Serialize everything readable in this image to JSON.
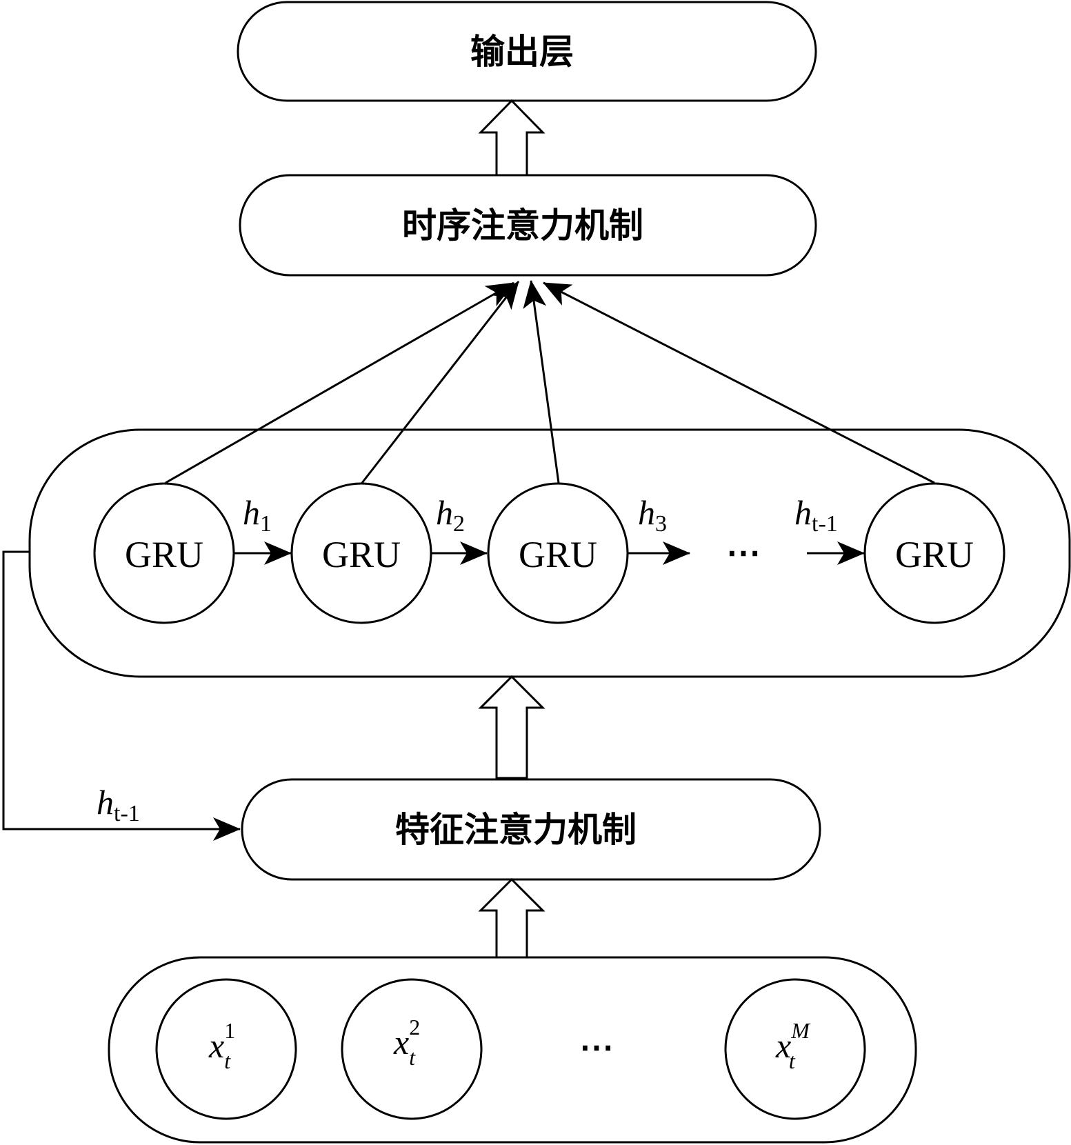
{
  "output_layer": {
    "label": "输出层"
  },
  "temporal_attention": {
    "label": "时序注意力机制"
  },
  "feature_attention": {
    "label": "特征注意力机制"
  },
  "gru_layer": {
    "cells": [
      "GRU",
      "GRU",
      "GRU",
      "GRU"
    ],
    "hidden": [
      {
        "base": "h",
        "sub": "1"
      },
      {
        "base": "h",
        "sub": "2"
      },
      {
        "base": "h",
        "sub": "3"
      },
      {
        "base": "h",
        "sub": "t-1"
      }
    ],
    "ellipsis": "⋯"
  },
  "feedback": {
    "base": "h",
    "sub": "t-1"
  },
  "inputs": {
    "items": [
      {
        "base": "x",
        "sub": "t",
        "sup": "1"
      },
      {
        "base": "x",
        "sub": "t",
        "sup": "2"
      },
      {
        "base": "x",
        "sub": "t",
        "sup": "M"
      }
    ],
    "ellipsis": "⋯"
  }
}
